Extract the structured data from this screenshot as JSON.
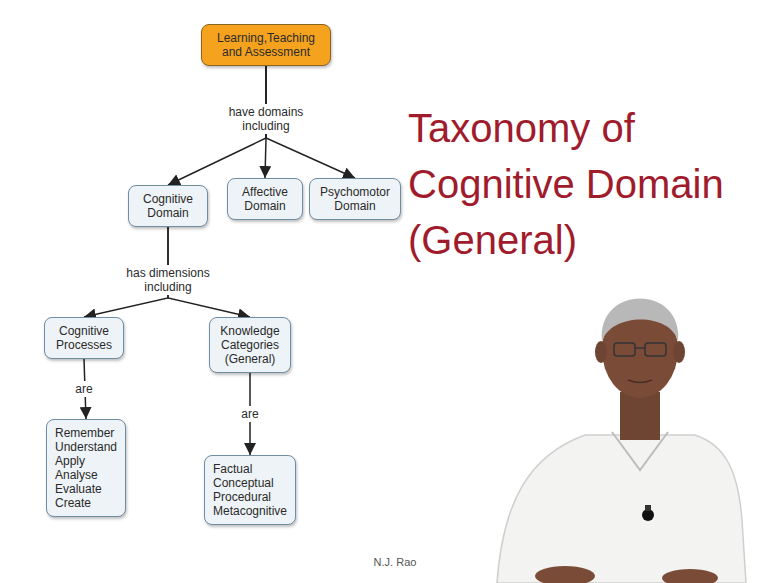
{
  "diagram": {
    "title": "Taxonomy of Cognitive Domain (General)",
    "nodes": [
      {
        "text": [
          "Learning,Teaching and Assessment"
        ]
      },
      {
        "text": [
          "Cognitive Domain"
        ]
      },
      {
        "text": [
          "Affective Domain"
        ]
      },
      {
        "text": [
          "Psychomotor Domain"
        ]
      },
      {
        "text": [
          "Cognitive Processes"
        ]
      },
      {
        "text": [
          "Knowledge Categories (General)"
        ]
      },
      {
        "text": [
          "Remember Understand Apply Analyse Evaluate Create"
        ]
      },
      {
        "text": [
          "Factual Conceptual Procedural Metacognitive"
        ]
      }
    ],
    "edges": [
      {
        "from": 0,
        "to": 1,
        "label": "have domains including",
        "arrow": "to"
      },
      {
        "from": 0,
        "to": 2,
        "arrow": "to"
      },
      {
        "from": 0,
        "to": 3,
        "arrow": "to"
      },
      {
        "from": 1,
        "to": 4,
        "label": "has dimensions including",
        "arrow": "to"
      },
      {
        "from": 1,
        "to": 5,
        "arrow": "to"
      },
      {
        "from": 4,
        "to": 6,
        "label": "are",
        "arrow": "to"
      },
      {
        "from": 5,
        "to": 7,
        "label": "are",
        "arrow": "to"
      }
    ],
    "labels": [
      "N.J. Rao"
    ]
  }
}
